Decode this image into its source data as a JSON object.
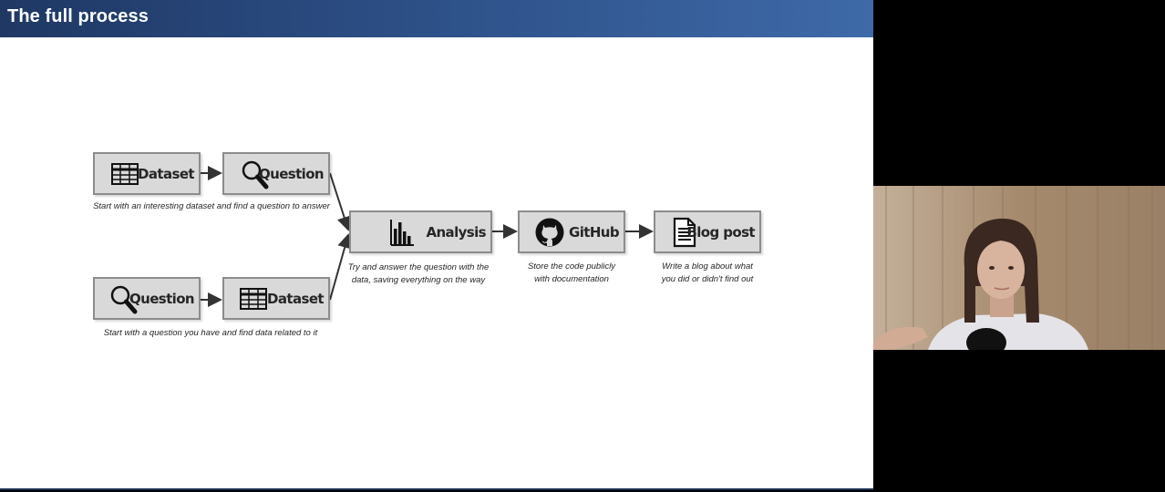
{
  "slide": {
    "title": "The full process"
  },
  "boxes": {
    "dataset_top": "Dataset",
    "question_top": "Question",
    "question_bottom": "Question",
    "dataset_bottom": "Dataset",
    "analysis": "Analysis",
    "github": "GitHub",
    "blog": "Blog post"
  },
  "captions": {
    "top_path": "Start with an interesting dataset and find a question to answer",
    "bottom_path": "Start with a question you have and find data related to it",
    "analysis_1": "Try and answer the question with the",
    "analysis_2": "data, saving everything on the way",
    "github_1": "Store the code publicly",
    "github_2": "with documentation",
    "blog_1": "Write a blog about what",
    "blog_2": "you did or didn't find out"
  },
  "icons": {
    "dataset": "table-grid-icon",
    "question": "magnifier-icon",
    "analysis": "bar-chart-icon",
    "github": "github-octocat-icon",
    "blog": "document-icon"
  },
  "colors": {
    "title_bar": "#2c4e85",
    "box_fill": "#d9d9d9",
    "box_border": "#8c8c8c",
    "arrow": "#333333"
  }
}
